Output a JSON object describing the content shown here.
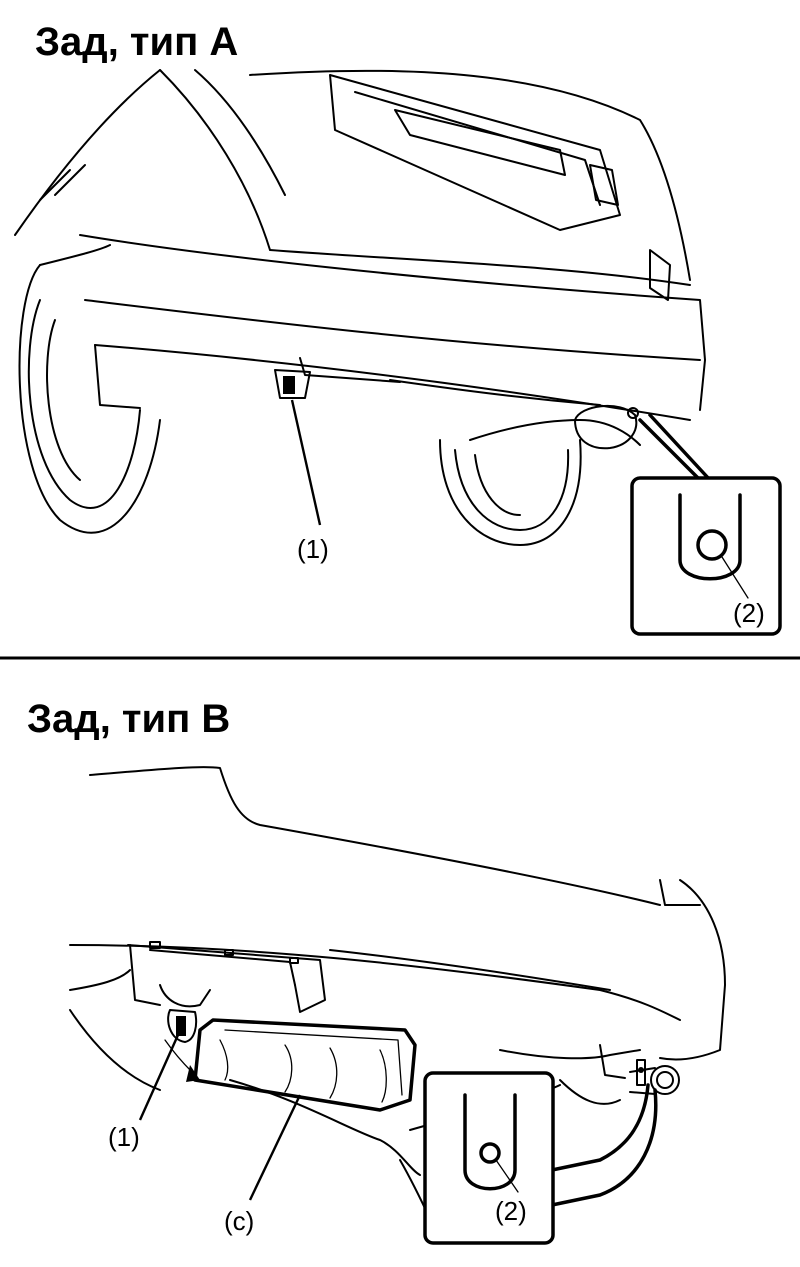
{
  "panels": [
    {
      "title": "Зад, тип А",
      "callouts": {
        "jack_point": "(1)",
        "tow_hook": "(2)"
      }
    },
    {
      "title": "Зад, тип В",
      "callouts": {
        "jack_point": "(1)",
        "tow_hook": "(2)",
        "cover": "(c)"
      }
    }
  ]
}
